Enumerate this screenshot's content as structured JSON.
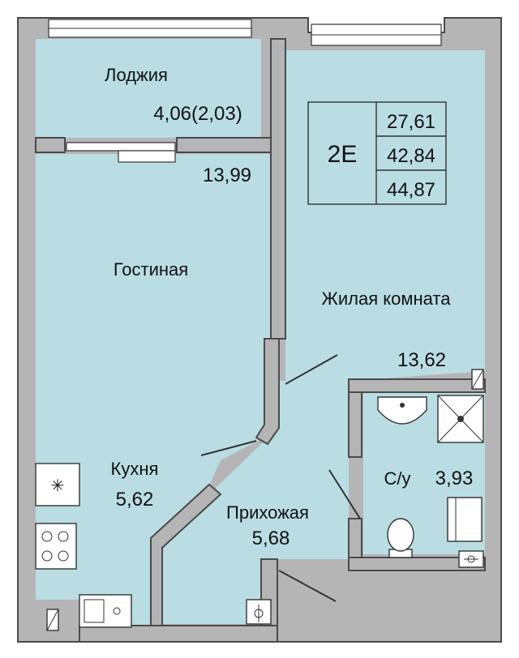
{
  "plan": {
    "code": "2E",
    "areas": [
      "27,61",
      "42,84",
      "44,87"
    ],
    "rooms": {
      "loggia": {
        "name": "Лоджия",
        "area": "4,06(2,03)"
      },
      "living": {
        "name": "Гостиная",
        "area": "13,99"
      },
      "kitchen": {
        "name": "Кухня",
        "area": "5,62"
      },
      "bedroom": {
        "name": "Жилая комната",
        "area": "13,62"
      },
      "hall": {
        "name": "Прихожая",
        "area": "5,68"
      },
      "bath": {
        "name": "С/у",
        "area": "3,93"
      }
    },
    "colors": {
      "room_fill": "#b9dde3",
      "wall_fill": "#b5b5b5"
    }
  }
}
